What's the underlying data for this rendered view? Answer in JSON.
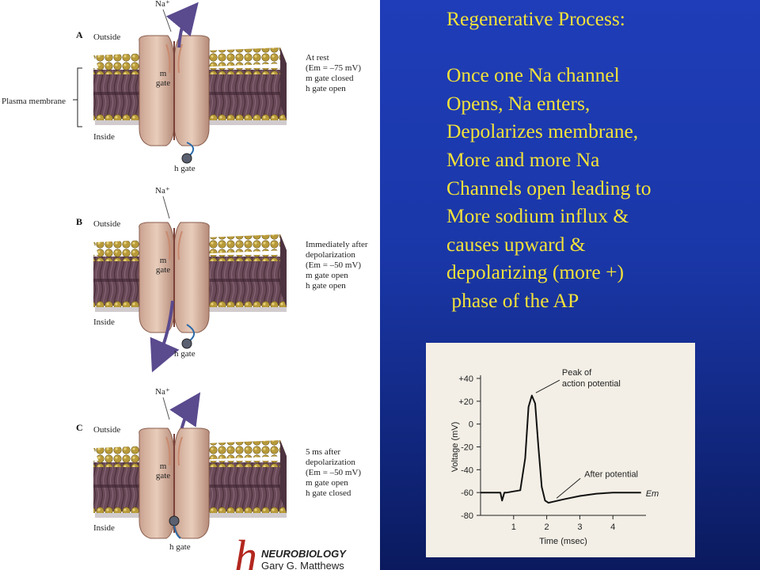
{
  "title": "Regenerative Process:",
  "lines": [
    "Once one Na channel",
    "Opens, Na enters,",
    "Depolarizes membrane,",
    "More and more Na",
    "Channels open leading to",
    "More sodium influx &",
    "causes upward &",
    "depolarizing (more +)",
    " phase of the AP"
  ],
  "diagram": {
    "plasma_membrane": "Plasma membrane",
    "ion": "Na⁺",
    "outside": "Outside",
    "inside": "Inside",
    "m_gate_a": "m",
    "m_gate_b": "gate",
    "h_gate": "h gate",
    "panels": [
      {
        "letter": "A",
        "status": [
          "At rest",
          "(Em = –75 mV)",
          "m gate closed",
          "h gate open"
        ]
      },
      {
        "letter": "B",
        "status": [
          "Immediately after",
          "depolarization",
          "(Em = –50 mV)",
          "m gate open",
          "h gate open"
        ]
      },
      {
        "letter": "C",
        "status": [
          "5 ms after",
          "depolarization",
          "(Em = –50 mV)",
          "m gate open",
          "h gate closed"
        ]
      }
    ],
    "publisher_logo": "h",
    "publisher_title": "NEUROBIOLOGY",
    "publisher_author": "Gary G. Matthews"
  },
  "chart_data": {
    "type": "line",
    "xlabel": "Time (msec)",
    "ylabel": "Voltage (mV)",
    "x_ticks": [
      "1",
      "2",
      "3",
      "4"
    ],
    "y_ticks": [
      "+40",
      "+20",
      "0",
      "-20",
      "-40",
      "-60",
      "-80"
    ],
    "ylim": [
      -80,
      40
    ],
    "xlim": [
      0,
      5
    ],
    "annotations": [
      "Peak of",
      "action potential",
      "After potential",
      "Em"
    ],
    "series": [
      {
        "x": [
          0,
          0.6,
          0.65,
          0.72,
          0.8,
          1.0,
          1.2,
          1.35,
          1.45,
          1.55,
          1.65,
          1.75,
          1.85,
          1.95,
          2.05,
          2.2,
          2.5,
          3.0,
          3.5,
          4.0,
          4.5,
          4.85
        ],
        "y": [
          -60,
          -60,
          -67,
          -60,
          -60,
          -59,
          -58,
          -30,
          15,
          25,
          18,
          -20,
          -55,
          -67,
          -69,
          -68,
          -66,
          -63,
          -61,
          -60,
          -60,
          -60
        ]
      }
    ]
  }
}
